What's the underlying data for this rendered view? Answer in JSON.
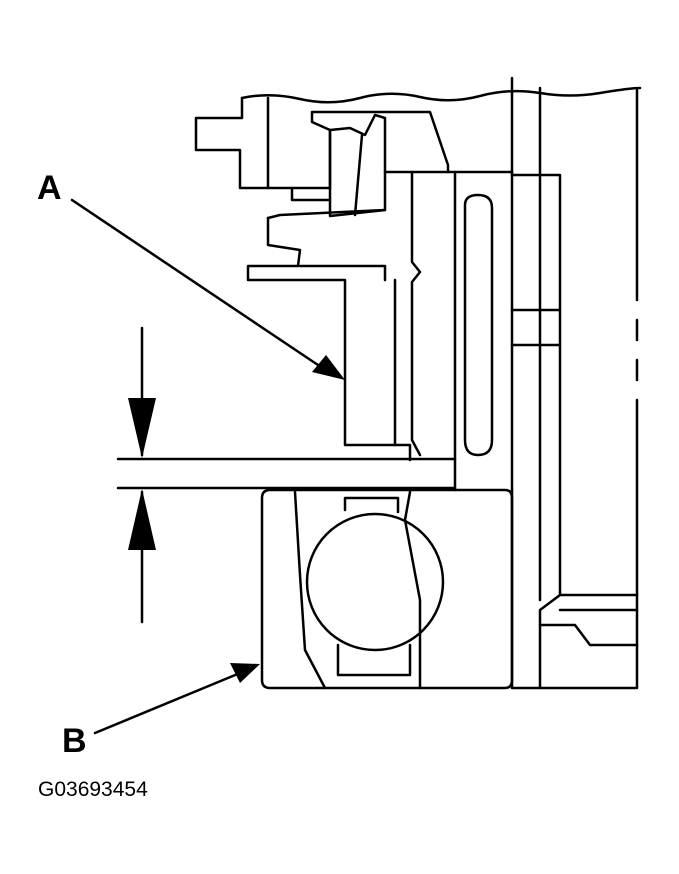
{
  "callouts": {
    "a": "A",
    "b": "B"
  },
  "figure_id": "G03693454",
  "colors": {
    "line": "#000000",
    "background": "#ffffff"
  }
}
